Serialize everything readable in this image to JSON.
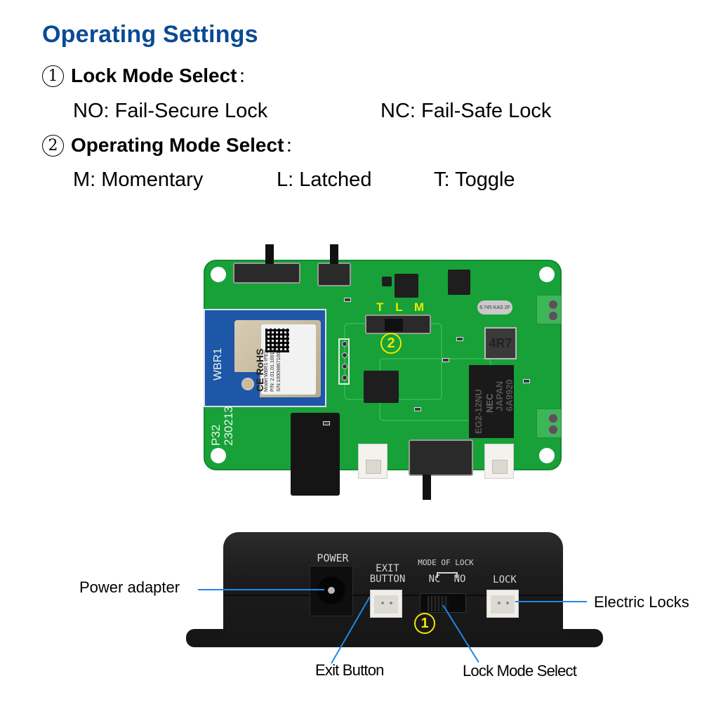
{
  "title": "Operating Settings",
  "sections": [
    {
      "number": "1",
      "heading": "Lock Mode Select",
      "colon": "：",
      "options": [
        {
          "code": "NO",
          "text": "NO: Fail-Secure Lock"
        },
        {
          "code": "NC",
          "text": "NC: Fail-Safe Lock"
        }
      ]
    },
    {
      "number": "2",
      "heading": "Operating Mode Select",
      "colon": "：",
      "options": [
        {
          "code": "M",
          "text": "M: Momentary"
        },
        {
          "code": "L",
          "text": "L: Latched"
        },
        {
          "code": "T",
          "text": "T: Toggle"
        }
      ]
    }
  ],
  "pcb": {
    "switch_label": "T L M",
    "switch_marker": "2",
    "module_silk": "WBR1",
    "board_silk_line1": "P32",
    "board_silk_line2": "230213",
    "sticker": {
      "cert": "CE RoHS",
      "model": "Model:WBR1-IPEX",
      "pn": "P/N: 2.01.01.10018S",
      "sn": "S/N:100098671000 3D"
    },
    "inductor_label": "4R7",
    "crystal_label": "6.745 KAS 2F",
    "relay_text": [
      "EG2-12NU",
      "NEC",
      "JAPAN",
      "6A9920"
    ]
  },
  "enclosure": {
    "power_label": "POWER",
    "exit_label_line1": "EXIT",
    "exit_label_line2": "BUTTON",
    "mode_label": "MODE OF LOCK",
    "nc_label": "NC",
    "no_label": "NO",
    "lock_label": "LOCK",
    "switch_marker": "1"
  },
  "callouts": {
    "power_adapter": "Power adapter",
    "electric_locks": "Electric Locks",
    "exit_button": "Exit Button",
    "lock_mode_select": "Lock Mode Select"
  },
  "colors": {
    "title": "#0a4a94",
    "pcb_green": "#17a138",
    "marker_yellow": "#f3e600",
    "leader_blue": "#1e88e5",
    "enclosure": "#1c1c1c"
  }
}
